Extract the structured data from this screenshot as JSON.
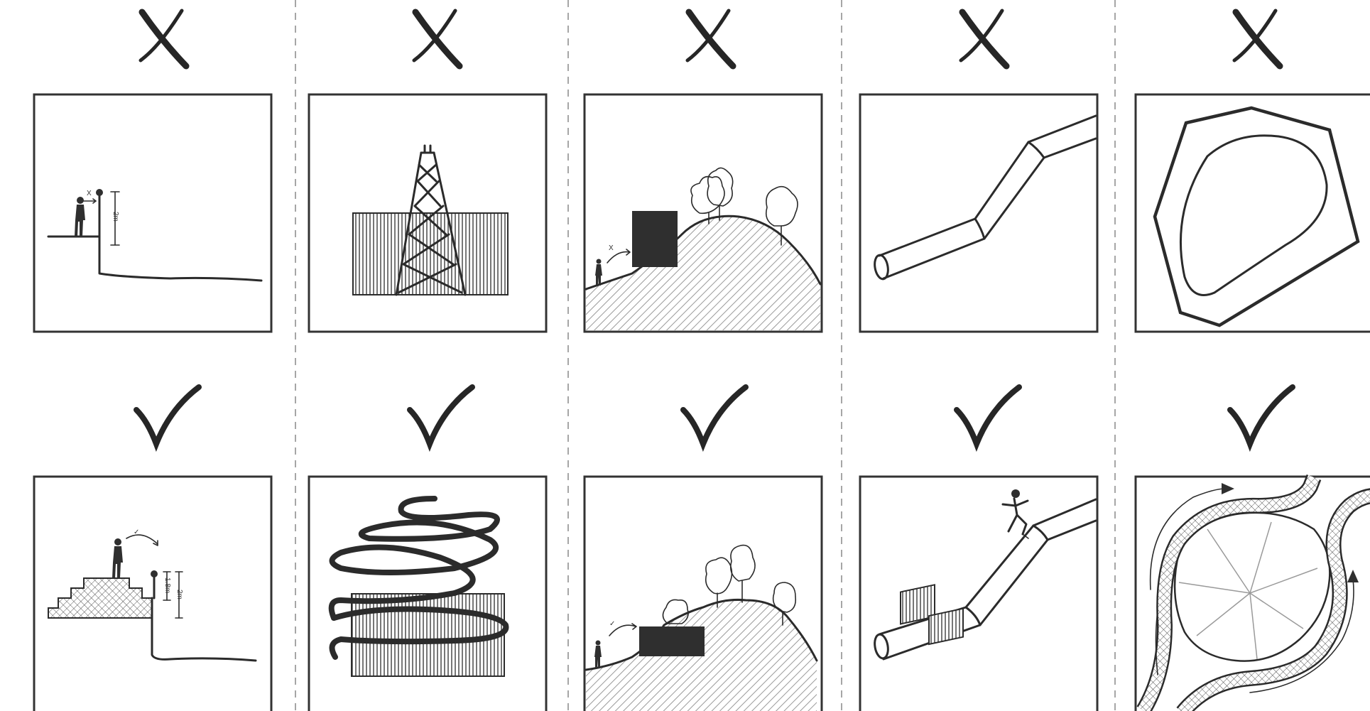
{
  "colors": {
    "line": "#333333",
    "fill_dark": "#2f2f2f",
    "hatch": "#9a9a9a",
    "background": "#ffffff"
  },
  "header_symbols": {
    "top_row": "cross-mark-icon",
    "bottom_row": "check-mark-icon"
  },
  "panels": {
    "wall": {
      "wrong_label": "X",
      "wrong_height": "2m",
      "right_label": "✓",
      "right_height_inner": "1.8m",
      "right_height_outer": "2m"
    },
    "hill": {
      "wrong_label": "X",
      "right_label": "✓"
    }
  }
}
